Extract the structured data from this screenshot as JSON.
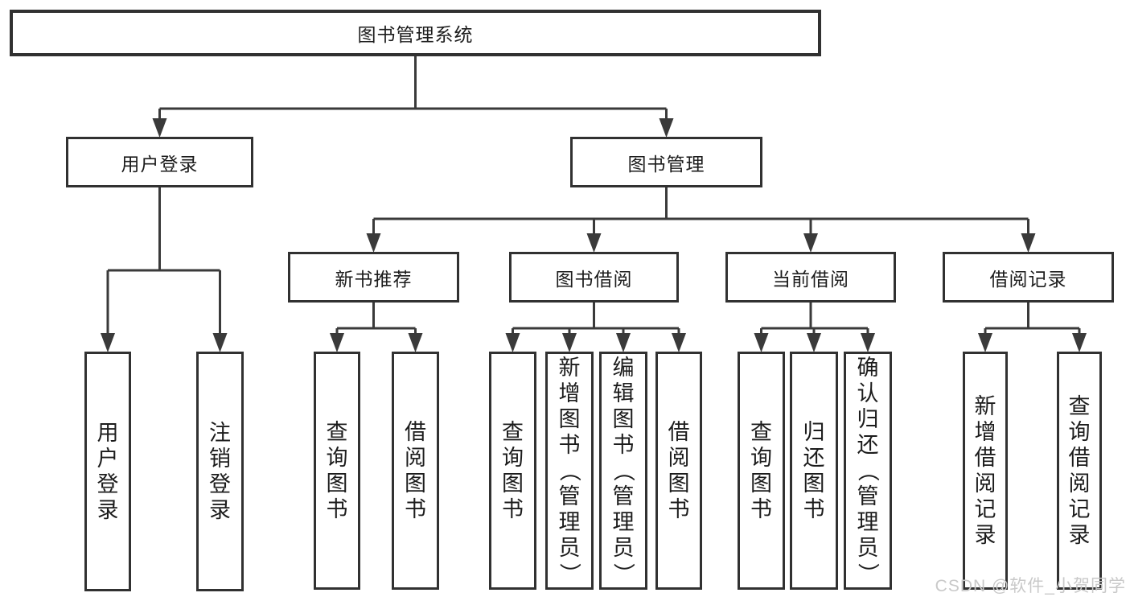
{
  "diagram": {
    "title": "图书管理系统",
    "watermark": "CSDN @软件_小贺同学",
    "colors": {
      "box_border": "#313131",
      "box_fill": "#ffffff",
      "line": "#3a3a3a",
      "text": "#1c1c1c",
      "watermark": "#c9c9c9",
      "background": "#ffffff"
    },
    "nodes": [
      {
        "id": "root",
        "label": "图书管理系统",
        "parent": null,
        "vertical": false
      },
      {
        "id": "user-login",
        "label": "用户登录",
        "parent": "root",
        "vertical": false
      },
      {
        "id": "book-mgmt",
        "label": "图书管理",
        "parent": "root",
        "vertical": false
      },
      {
        "id": "login",
        "label": "用户登录",
        "parent": "user-login",
        "vertical": true
      },
      {
        "id": "logout",
        "label": "注销登录",
        "parent": "user-login",
        "vertical": true
      },
      {
        "id": "new-book-rec",
        "label": "新书推荐",
        "parent": "book-mgmt",
        "vertical": false
      },
      {
        "id": "book-borrow",
        "label": "图书借阅",
        "parent": "book-mgmt",
        "vertical": false
      },
      {
        "id": "current-borrow",
        "label": "当前借阅",
        "parent": "book-mgmt",
        "vertical": false
      },
      {
        "id": "borrow-records",
        "label": "借阅记录",
        "parent": "book-mgmt",
        "vertical": false
      },
      {
        "id": "query-books-1",
        "label": "查询图书",
        "parent": "new-book-rec",
        "vertical": true
      },
      {
        "id": "borrow-books-1",
        "label": "借阅图书",
        "parent": "new-book-rec",
        "vertical": true
      },
      {
        "id": "query-books-2",
        "label": "查询图书",
        "parent": "book-borrow",
        "vertical": true
      },
      {
        "id": "add-books",
        "label": "新增图书（管理员）",
        "parent": "book-borrow",
        "vertical": true
      },
      {
        "id": "edit-books",
        "label": "编辑图书（管理员）",
        "parent": "book-borrow",
        "vertical": true
      },
      {
        "id": "borrow-books-2",
        "label": "借阅图书",
        "parent": "book-borrow",
        "vertical": true
      },
      {
        "id": "query-books-3",
        "label": "查询图书",
        "parent": "current-borrow",
        "vertical": true
      },
      {
        "id": "return-books",
        "label": "归还图书",
        "parent": "current-borrow",
        "vertical": true
      },
      {
        "id": "confirm-return",
        "label": "确认归还（管理员）",
        "parent": "current-borrow",
        "vertical": true
      },
      {
        "id": "add-borrow-record",
        "label": "新增借阅记录",
        "parent": "borrow-records",
        "vertical": true
      },
      {
        "id": "query-borrow-record",
        "label": "查询借阅记录",
        "parent": "borrow-records",
        "vertical": true
      }
    ]
  }
}
